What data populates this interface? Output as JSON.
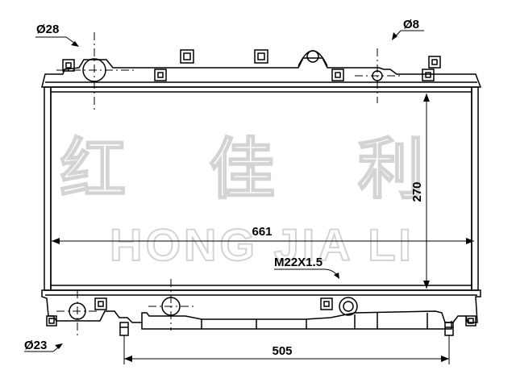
{
  "diagram": {
    "watermark": {
      "chinese": "红 佳 利",
      "latin": "HONG JIA LI"
    },
    "labels": {
      "top_left_diameter": "Ø28",
      "top_right_diameter": "Ø8",
      "bottom_left_diameter": "Ø23",
      "width_dimension": "661",
      "height_dimension": "270",
      "thread_spec": "M22X1.5",
      "pin_spacing": "505"
    },
    "colors": {
      "line": "#000000",
      "watermark": "#d9d9d9",
      "background": "#ffffff"
    }
  }
}
